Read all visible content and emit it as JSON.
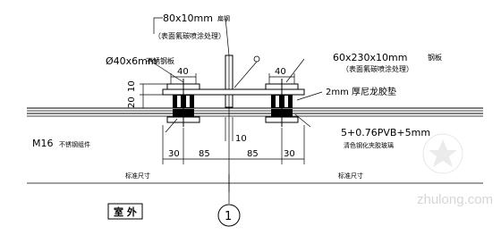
{
  "labels": {
    "flat_steel_size": "80x10mm",
    "flat_steel_name": "扁钢",
    "flat_steel_note": "（表面氟碳喷涂处理）",
    "bolt_size": "Ø40x6mm",
    "bolt_name": "不锈钢板",
    "plate_size": "60x230x10mm",
    "plate_name": "钢板",
    "plate_note": "（表面氟碳喷涂处理）",
    "gasket": "2mm 厚尼龙胶垫",
    "anchor": "M16",
    "anchor_name": "不锈钢组件",
    "glass_spec": "5+0.76PVB+5mm",
    "glass_note": "清色钢化夹胶玻璃",
    "exterior": "室 外",
    "detail_number": "1",
    "span_left": "标准尺寸",
    "span_right": "标准尺寸"
  },
  "dimensions": {
    "top_left": "40",
    "top_right": "40",
    "vertical_upper": "10",
    "vertical_lower": "20",
    "gap": "10",
    "bottom": [
      "30",
      "85",
      "85",
      "30"
    ]
  },
  "watermark": {
    "text": "zhulong.com"
  }
}
